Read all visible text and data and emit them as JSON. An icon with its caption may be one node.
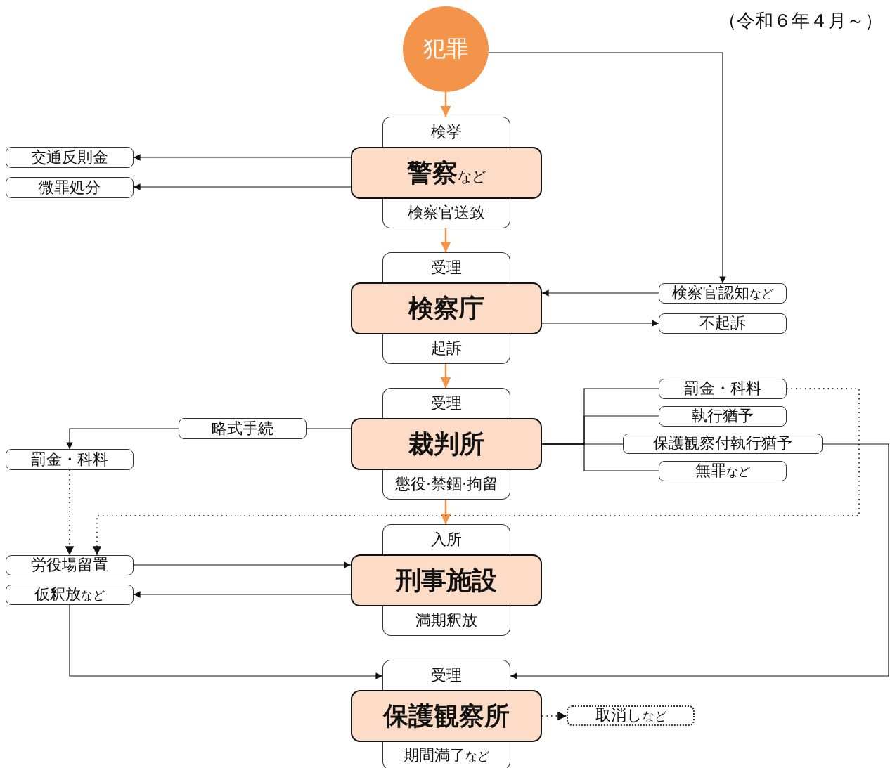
{
  "diagram": {
    "nodes": [
      {
        "text": [
          "犯罪"
        ]
      },
      {
        "text": [
          "検挙"
        ]
      },
      {
        "text": [
          "警察",
          "など"
        ]
      },
      {
        "text": [
          "検察官送致"
        ]
      },
      {
        "text": [
          "交通反則金"
        ]
      },
      {
        "text": [
          "微罪処分"
        ]
      },
      {
        "text": [
          "受理"
        ]
      },
      {
        "text": [
          "検察庁"
        ]
      },
      {
        "text": [
          "起訴"
        ]
      },
      {
        "text": [
          "検察官認知",
          "など"
        ]
      },
      {
        "text": [
          "不起訴"
        ]
      },
      {
        "text": [
          "受理"
        ]
      },
      {
        "text": [
          "裁判所"
        ]
      },
      {
        "text": [
          "懲役·禁錮·拘留"
        ]
      },
      {
        "text": [
          "略式手続"
        ]
      },
      {
        "text": [
          "罰金・科料"
        ]
      },
      {
        "text": [
          "罰金・科料"
        ]
      },
      {
        "text": [
          "執行猶予"
        ]
      },
      {
        "text": [
          "保護観察付執行猶予"
        ]
      },
      {
        "text": [
          "無罪",
          "など"
        ]
      },
      {
        "text": [
          "入所"
        ]
      },
      {
        "text": [
          "刑事施設"
        ]
      },
      {
        "text": [
          "満期釈放"
        ]
      },
      {
        "text": [
          "労役場留置"
        ]
      },
      {
        "text": [
          "仮釈放",
          "など"
        ]
      },
      {
        "text": [
          "受理"
        ]
      },
      {
        "text": [
          "保護観察所"
        ]
      },
      {
        "text": [
          "期間満了",
          "など"
        ]
      },
      {
        "text": [
          "取消し",
          "など"
        ]
      }
    ],
    "edges": [
      {
        "from": 0,
        "to": 1,
        "arrow": "to",
        "color": "#f4934a"
      },
      {
        "from": 3,
        "to": 6,
        "arrow": "to",
        "color": "#f4934a"
      },
      {
        "from": 8,
        "to": 11,
        "arrow": "to",
        "color": "#f4934a"
      },
      {
        "from": 13,
        "to": 20,
        "arrow": "to",
        "color": "#f4934a"
      },
      {
        "from": 2,
        "to": 4,
        "arrow": "to"
      },
      {
        "from": 2,
        "to": 5,
        "arrow": "to"
      },
      {
        "from": 0,
        "to": 9,
        "arrow": "to"
      },
      {
        "from": 9,
        "to": 7,
        "arrow": "to"
      },
      {
        "from": 7,
        "to": 10,
        "arrow": "to"
      },
      {
        "from": 12,
        "to": 14,
        "arrow": "none"
      },
      {
        "from": 14,
        "to": 15,
        "arrow": "to"
      },
      {
        "from": 12,
        "to": 16,
        "arrow": "none"
      },
      {
        "from": 12,
        "to": 17,
        "arrow": "none"
      },
      {
        "from": 12,
        "to": 18,
        "arrow": "none"
      },
      {
        "from": 12,
        "to": 19,
        "arrow": "none"
      },
      {
        "from": 15,
        "to": 23,
        "arrow": "to",
        "style": "dashed"
      },
      {
        "from": 16,
        "to": 23,
        "arrow": "to",
        "style": "dashed"
      },
      {
        "from": 23,
        "to": 21,
        "arrow": "to"
      },
      {
        "from": 21,
        "to": 24,
        "arrow": "to"
      },
      {
        "from": 24,
        "to": 25,
        "arrow": "to"
      },
      {
        "from": 18,
        "to": 25,
        "arrow": "to"
      },
      {
        "from": 26,
        "to": 28,
        "arrow": "to",
        "style": "dashed"
      }
    ],
    "labels": [
      "（令和６年４月～）"
    ]
  }
}
